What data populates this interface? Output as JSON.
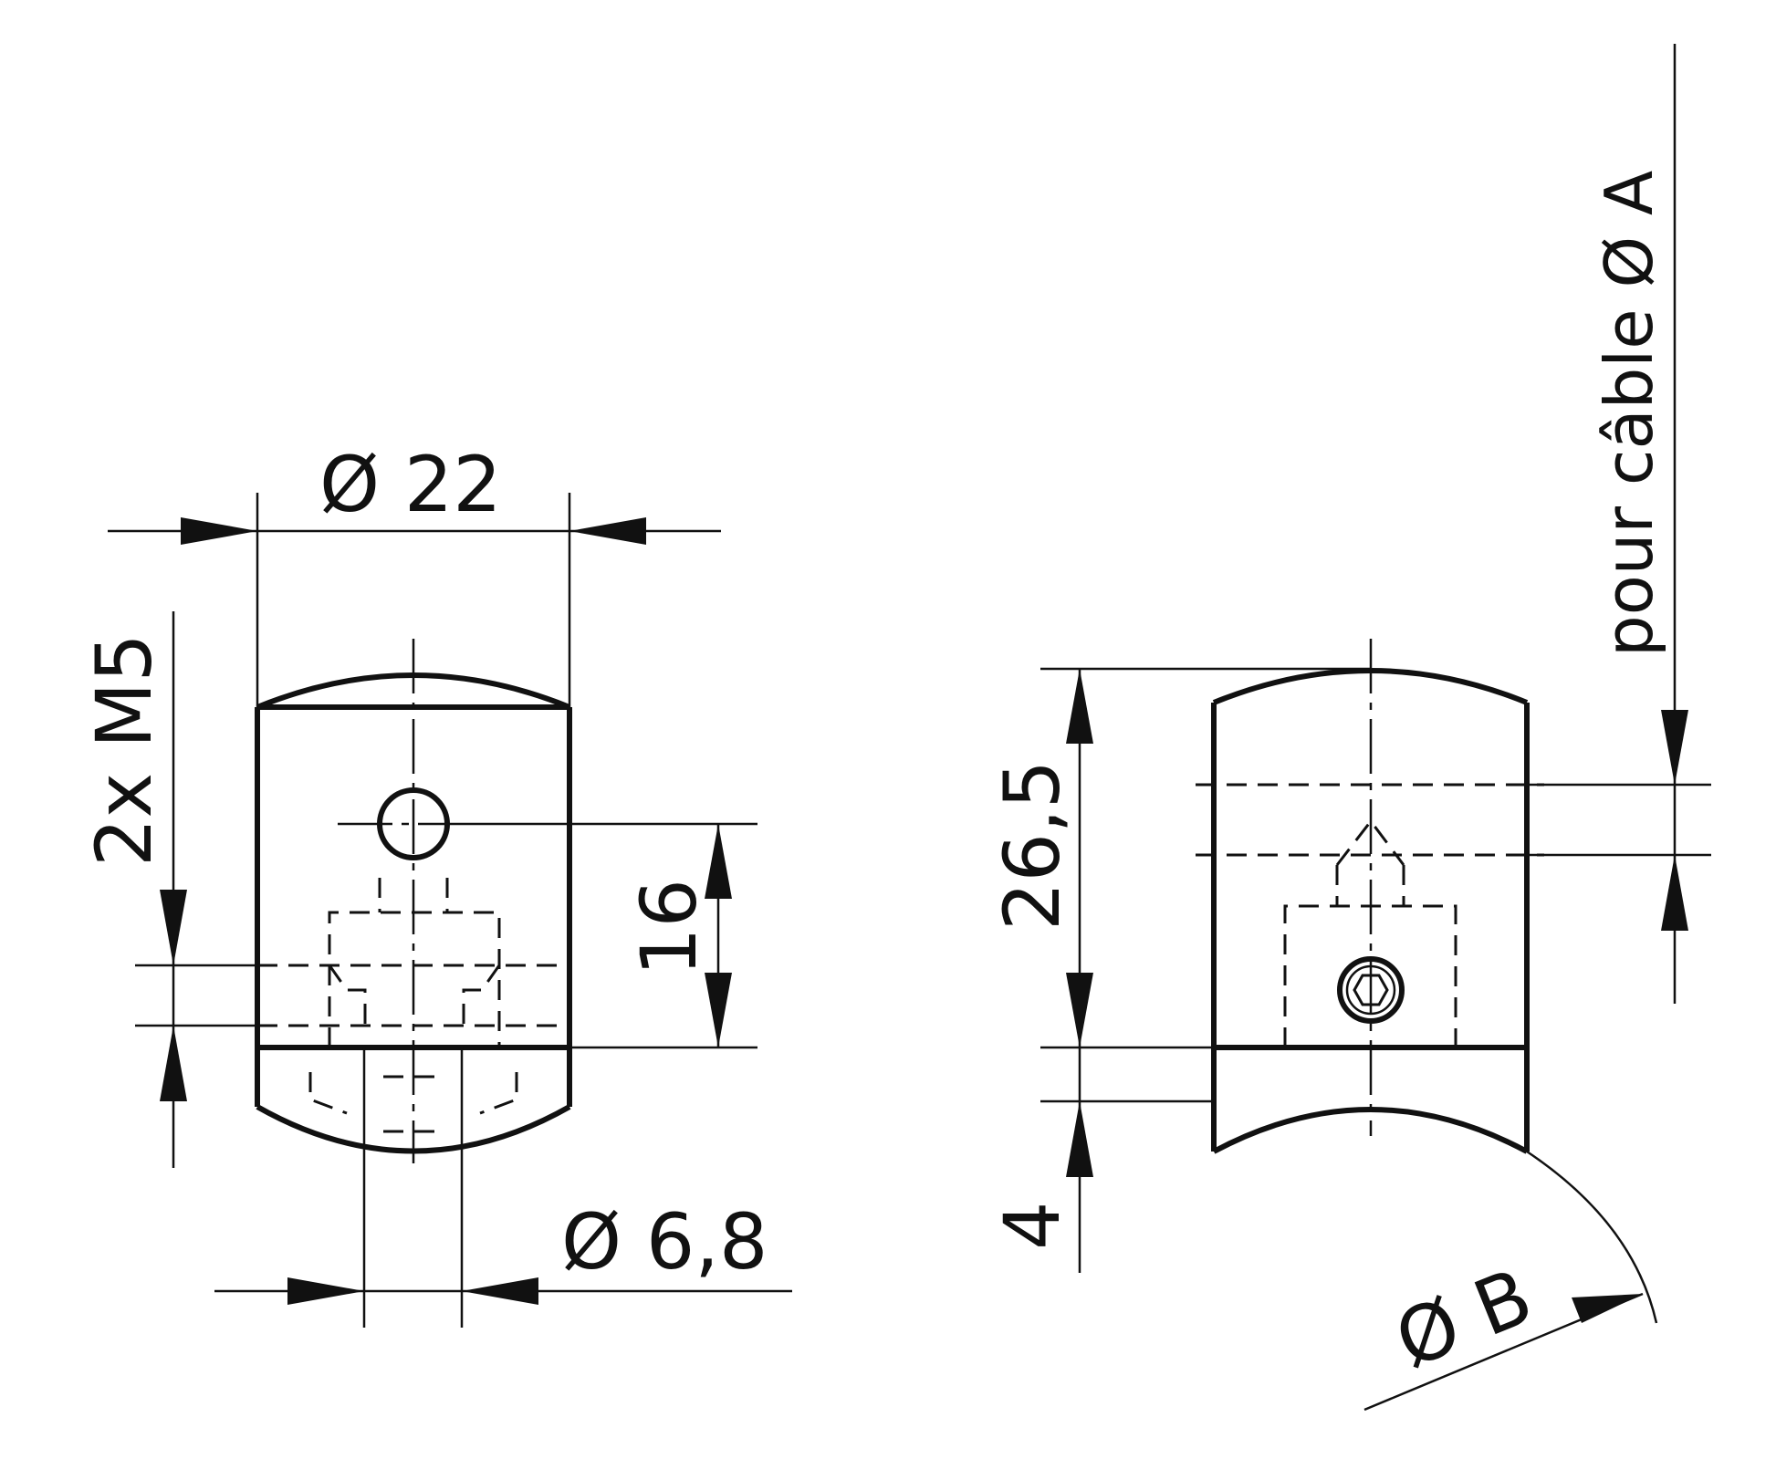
{
  "dimensions": {
    "diameter_22": "Ø 22",
    "thread": "2x M5",
    "length_16": "16",
    "diameter_6_8": "Ø 6,8",
    "height_26_5": "26,5",
    "offset_4": "4",
    "diameter_b": "Ø B",
    "cable": "pour câble Ø A"
  }
}
